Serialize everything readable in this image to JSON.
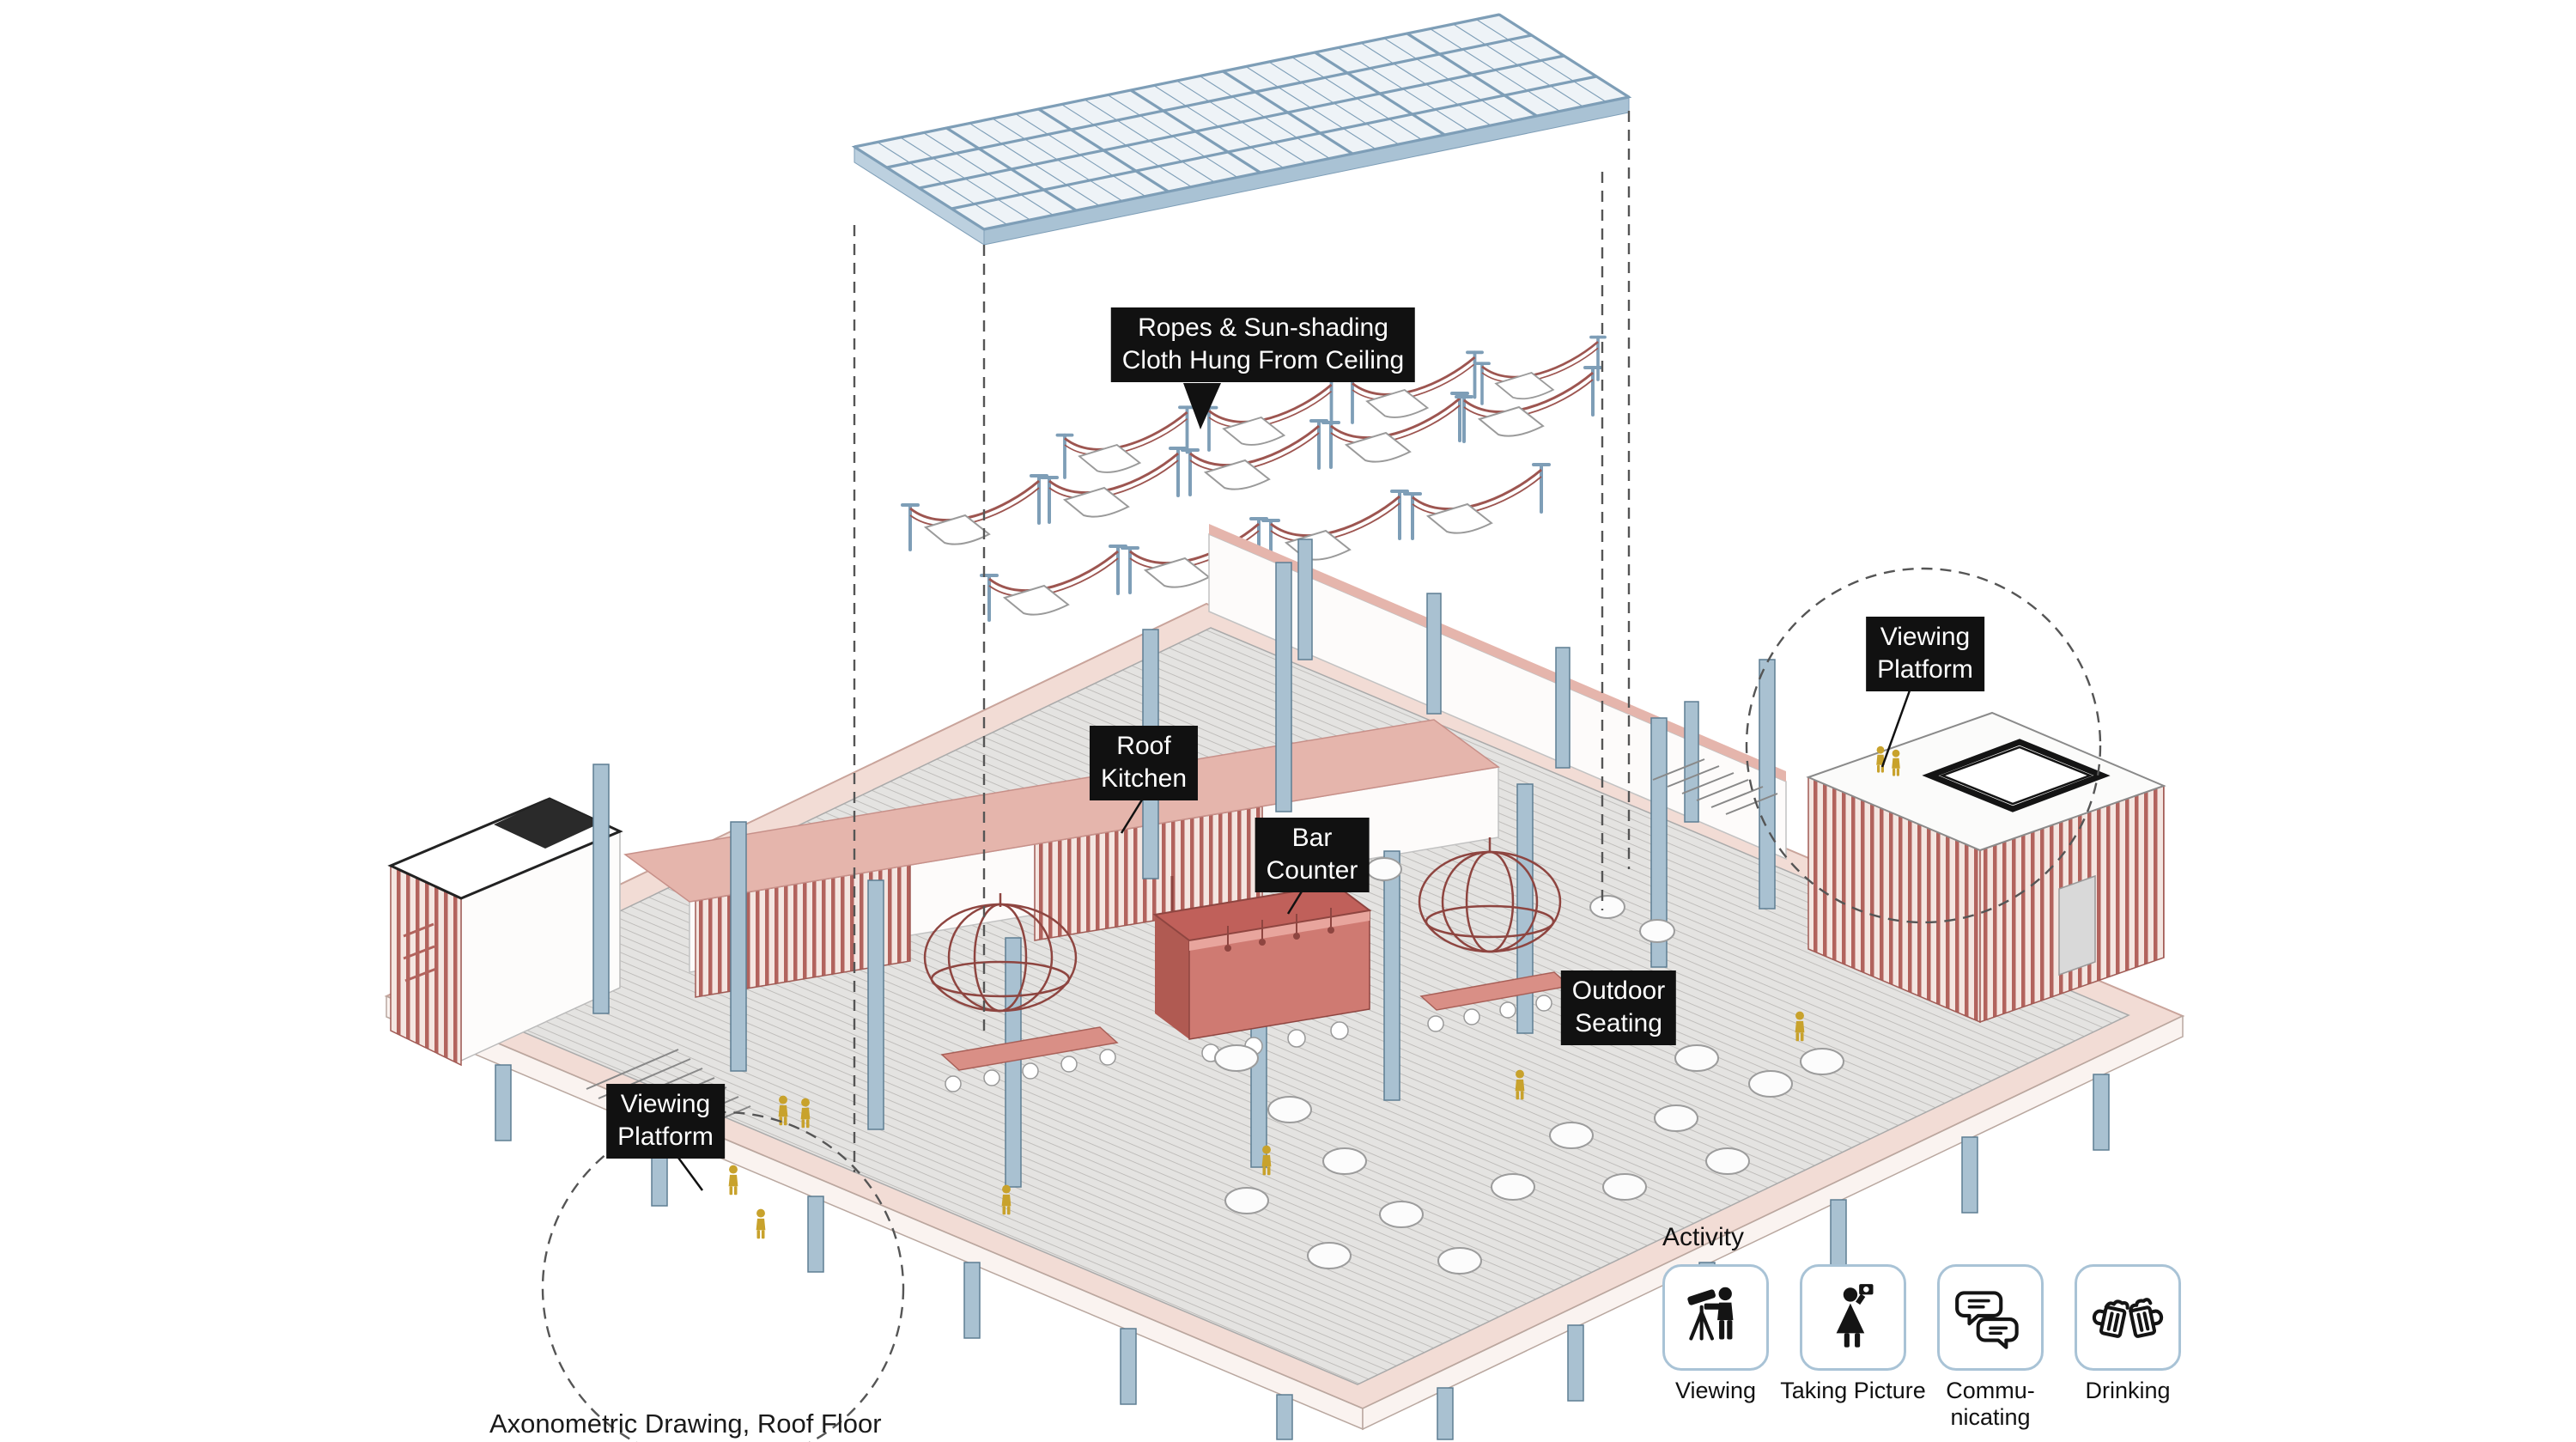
{
  "drawing": {
    "caption": "Axonometric Drawing, Roof Floor",
    "callouts": {
      "ropes": {
        "line1": "Ropes & Sun-shading",
        "line2": "Cloth Hung From Ceiling"
      },
      "roof_kitchen": {
        "line1": "Roof",
        "line2": "Kitchen"
      },
      "bar_counter": {
        "line1": "Bar",
        "line2": "Counter"
      },
      "outdoor_seating": {
        "line1": "Outdoor",
        "line2": "Seating"
      },
      "viewing_platform_top": {
        "line1": "Viewing",
        "line2": "Platform"
      },
      "viewing_platform_bottom": {
        "line1": "Viewing",
        "line2": "Platform"
      }
    },
    "colors": {
      "label_bg": "#111111",
      "label_text": "#ffffff",
      "roof_pink": "#e5b5ac",
      "slat_rose": "#b2635d",
      "structure_blue": "#7e9eb7",
      "deck_gray": "#e3e2e0",
      "rope_red": "#9d5550",
      "figure_yellow": "#c8a22c",
      "legend_border": "#a9c3d6"
    }
  },
  "legend": {
    "title": "Activity",
    "items": [
      {
        "label": "Viewing",
        "icon": "viewing-icon"
      },
      {
        "label": "Taking Picture",
        "icon": "taking-picture-icon"
      },
      {
        "label": "Commu-nicating",
        "icon": "communicating-icon"
      },
      {
        "label": "Drinking",
        "icon": "drinking-icon"
      }
    ]
  }
}
